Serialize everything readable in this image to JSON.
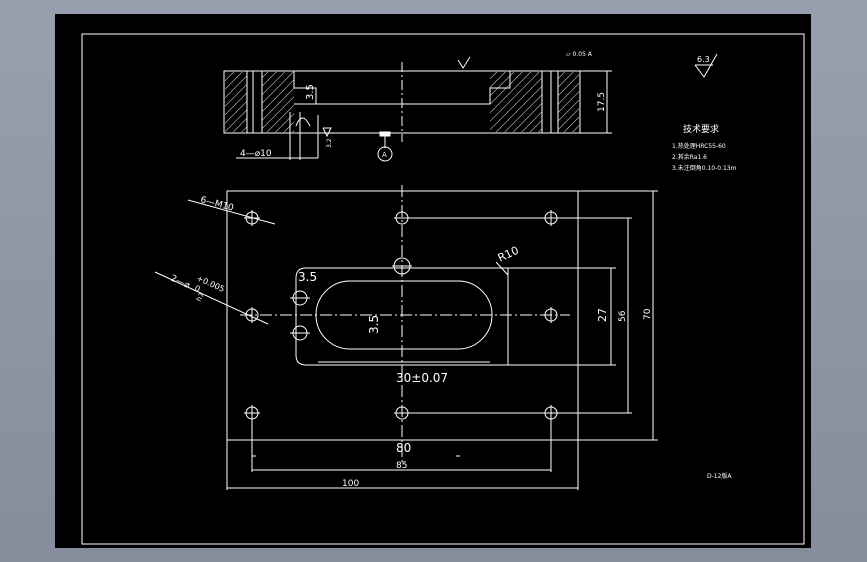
{
  "colors": {
    "background": "#000000",
    "line": "#ffffff",
    "viewport": "#8d95a5"
  },
  "top_view": {
    "hole_label": "4—⌀10",
    "dim_depth": "3.5",
    "dim_thickness": "17.5",
    "flatness": "⏥ 0.05  A",
    "datum": "A",
    "roughness_small": "3.2"
  },
  "plan_view": {
    "thread_label": "6—M10",
    "pin_label": "2—⌀",
    "pin_tol_upper": "+0.005",
    "pin_tol_lower": "0",
    "pin_h": "h7",
    "slot_radius": "R10",
    "slot_depth_left": "3.5",
    "slot_depth_center": "3.5",
    "slot_length": "30±0.07",
    "dim_27": "27",
    "dim_56": "56",
    "dim_70": "70",
    "dim_80": "80",
    "dim_85": "85",
    "dim_100": "100"
  },
  "notes": {
    "title": "技术要求",
    "line1": "1.热处理HRC55-60",
    "line2": "2.其余Ra1.6",
    "line3": "3.未注倒角0.10-0.13m",
    "roughness": "6.3"
  },
  "drawing_code": "D-12版A"
}
